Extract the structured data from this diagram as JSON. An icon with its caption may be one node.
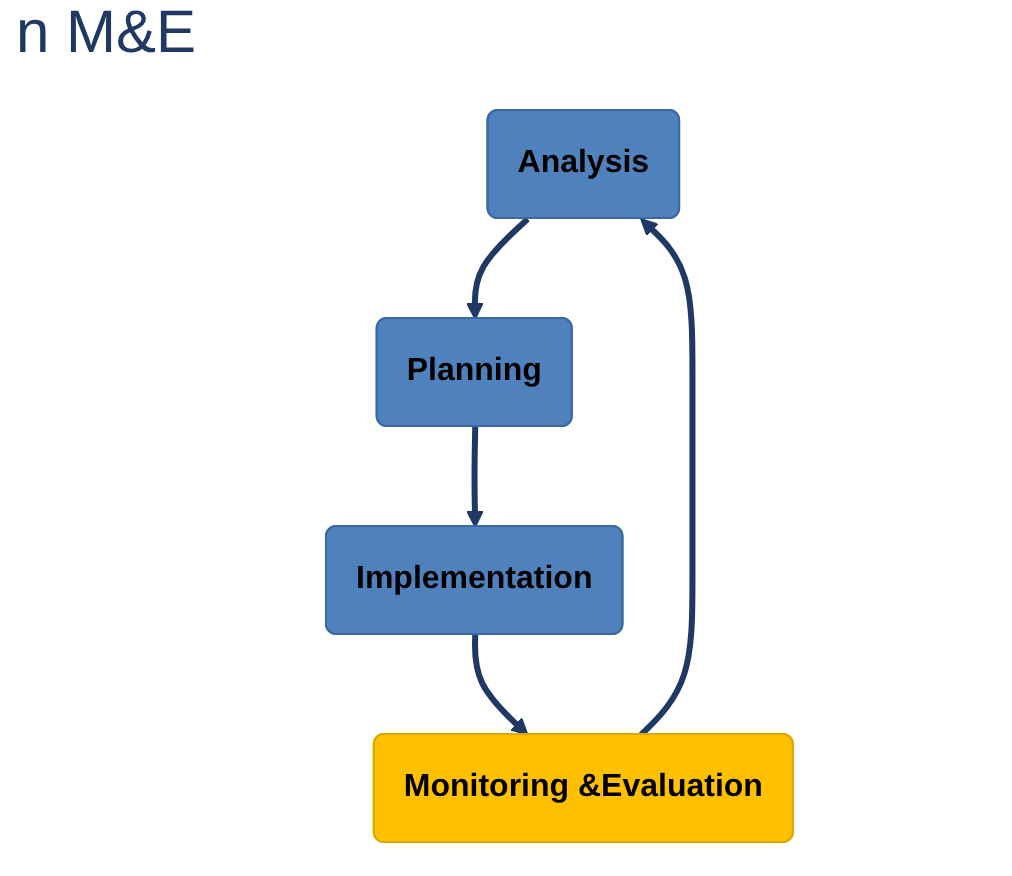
{
  "diagram": {
    "title": "n M&E",
    "nodes": [
      {
        "text": [
          "Analysis"
        ]
      },
      {
        "text": [
          "Planning"
        ]
      },
      {
        "text": [
          "Implementation"
        ]
      },
      {
        "text": [
          "Monitoring &Evaluation"
        ]
      }
    ],
    "edges": [
      {
        "from": 0,
        "to": 1,
        "arrow": "to"
      },
      {
        "from": 1,
        "to": 2,
        "arrow": "to"
      },
      {
        "from": 2,
        "to": 3,
        "arrow": "to"
      },
      {
        "from": 3,
        "to": 0,
        "arrow": "to"
      }
    ]
  }
}
